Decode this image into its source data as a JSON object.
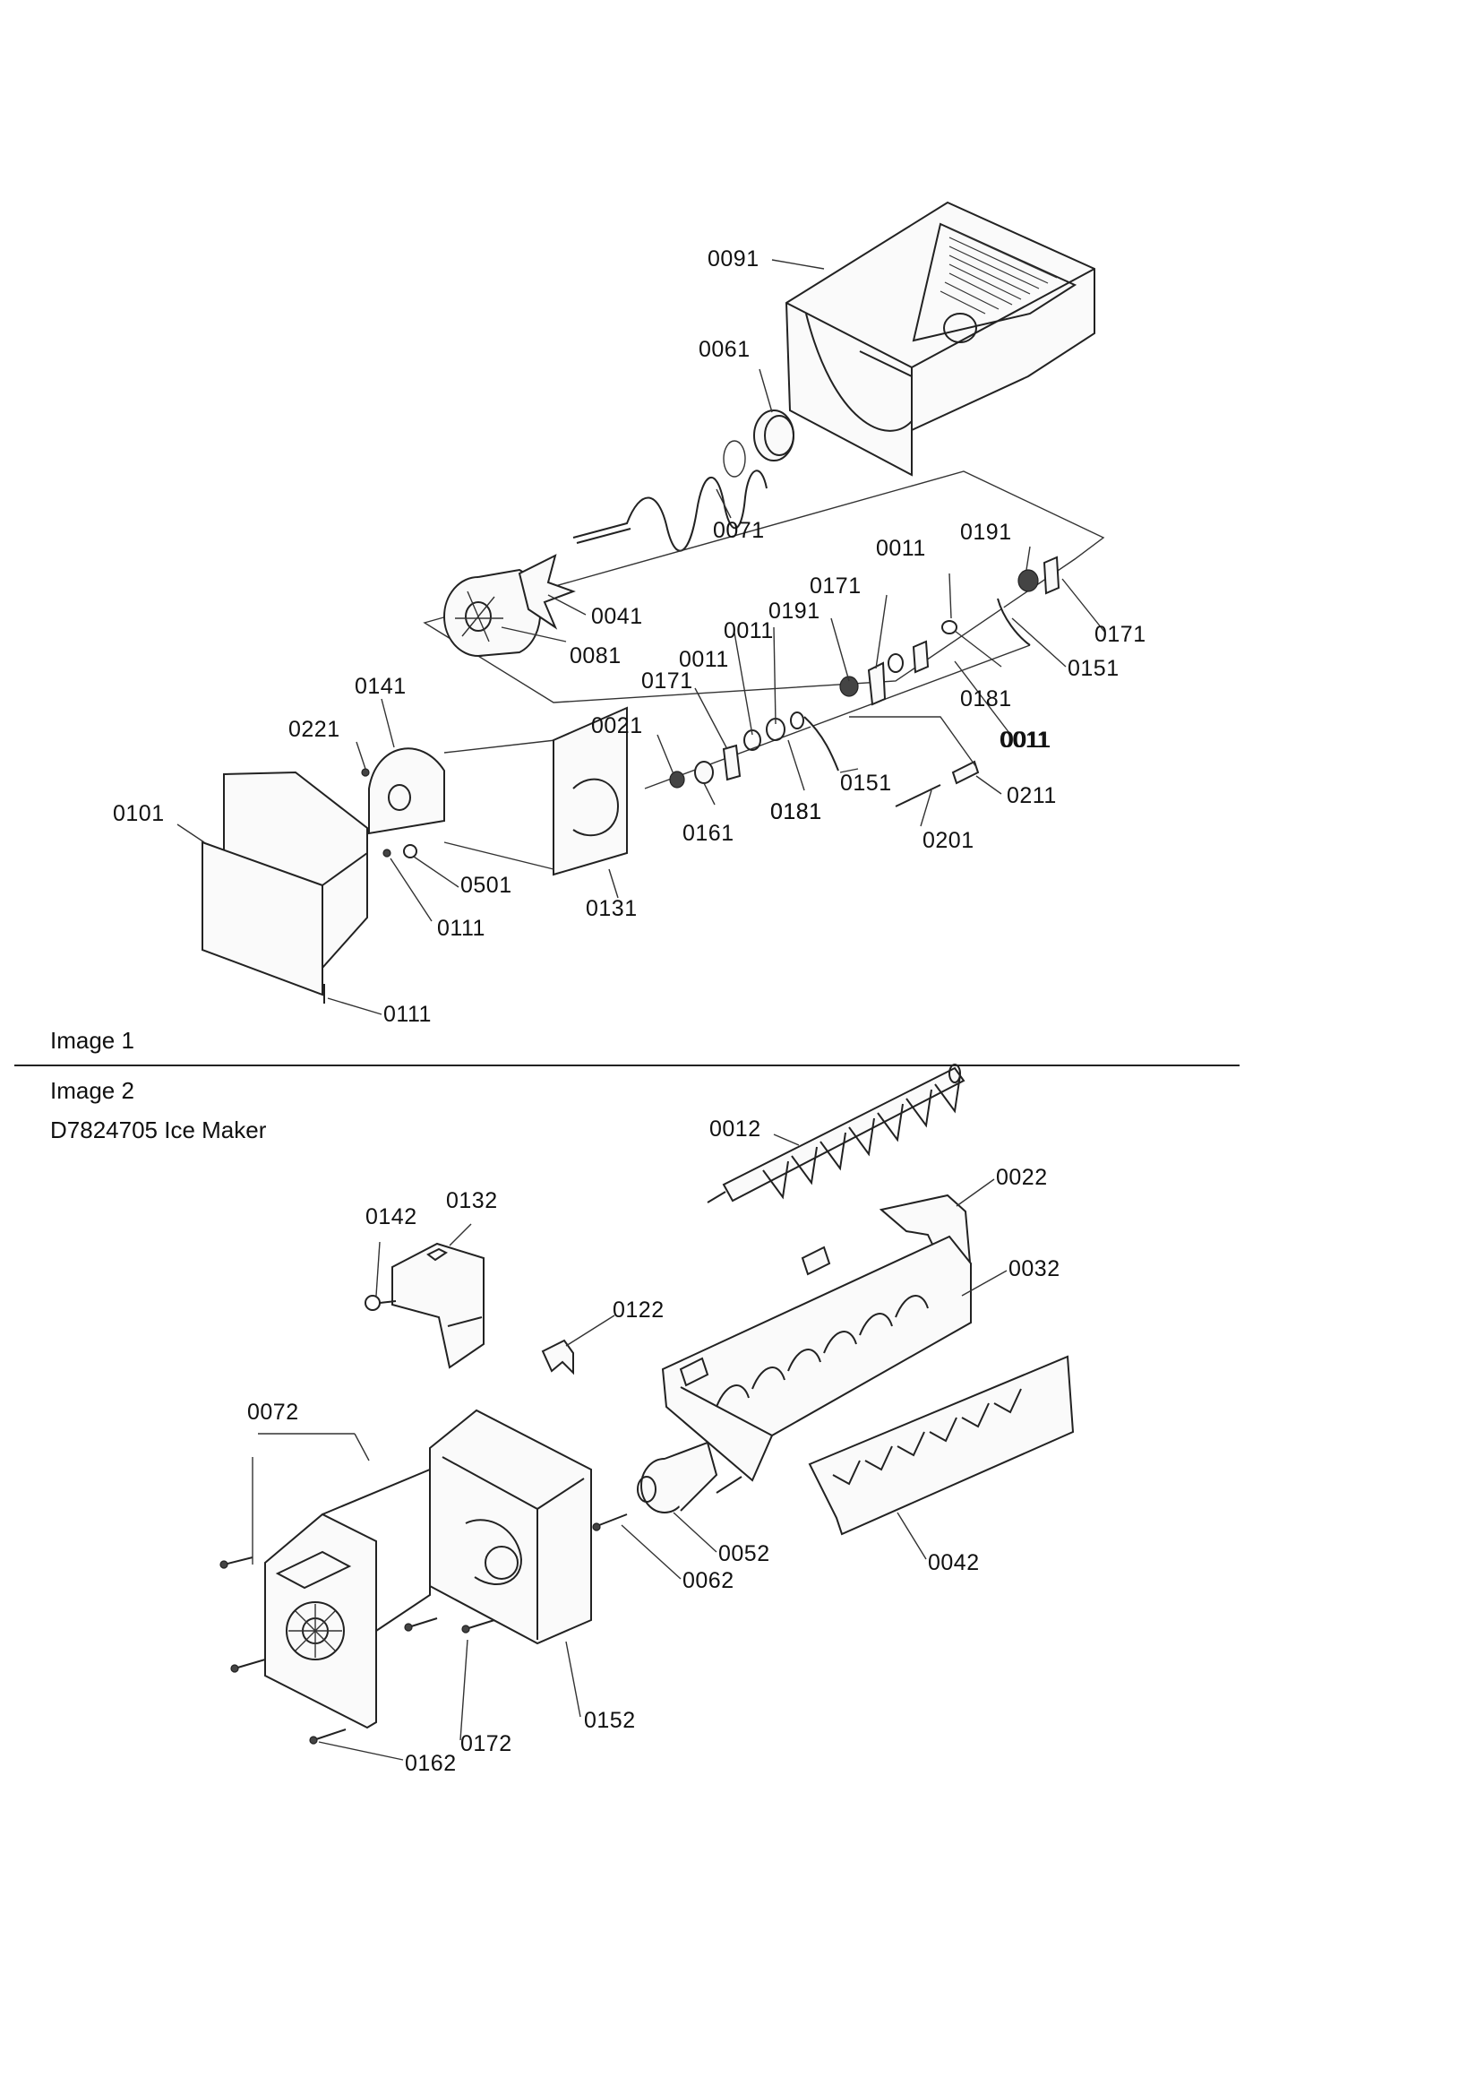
{
  "image1": {
    "caption": "Image 1",
    "parts": [
      "0091",
      "0061",
      "0071",
      "0011",
      "0191",
      "0171",
      "0041",
      "0081",
      "0011",
      "0191",
      "0171",
      "0181",
      "0151",
      "0141",
      "0171",
      "0011",
      "0011",
      "0221",
      "0021",
      "0181",
      "0011",
      "0101",
      "0161",
      "0181",
      "0151",
      "0211",
      "0501",
      "0201",
      "0111",
      "0131",
      "0111"
    ]
  },
  "image2": {
    "caption": "Image 2",
    "subtitle": "D7824705 Ice Maker",
    "parts": [
      "0012",
      "0022",
      "0142",
      "0132",
      "0032",
      "0122",
      "0072",
      "0052",
      "0042",
      "0062",
      "0152",
      "0172",
      "0162"
    ]
  }
}
